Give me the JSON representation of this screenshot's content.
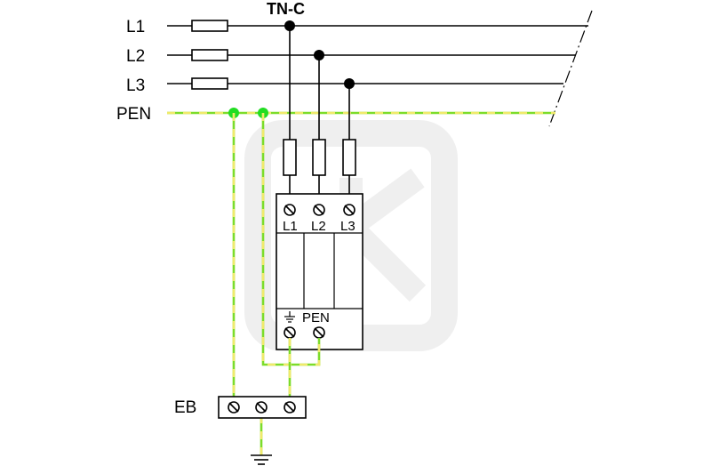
{
  "title": "TN-C",
  "lines": {
    "l1": "L1",
    "l2": "L2",
    "l3": "L3",
    "pen": "PEN"
  },
  "device": {
    "terminals": [
      "L1",
      "L2",
      "L3"
    ],
    "pen_label": "PEN",
    "earth_symbol": "⏚"
  },
  "earth_bar": {
    "label": "EB"
  },
  "colors": {
    "conductor": "#000000",
    "pen_green": "#7cdc2a",
    "pen_yellow": "#f0ea6a",
    "junction_pen": "#22dd22"
  }
}
